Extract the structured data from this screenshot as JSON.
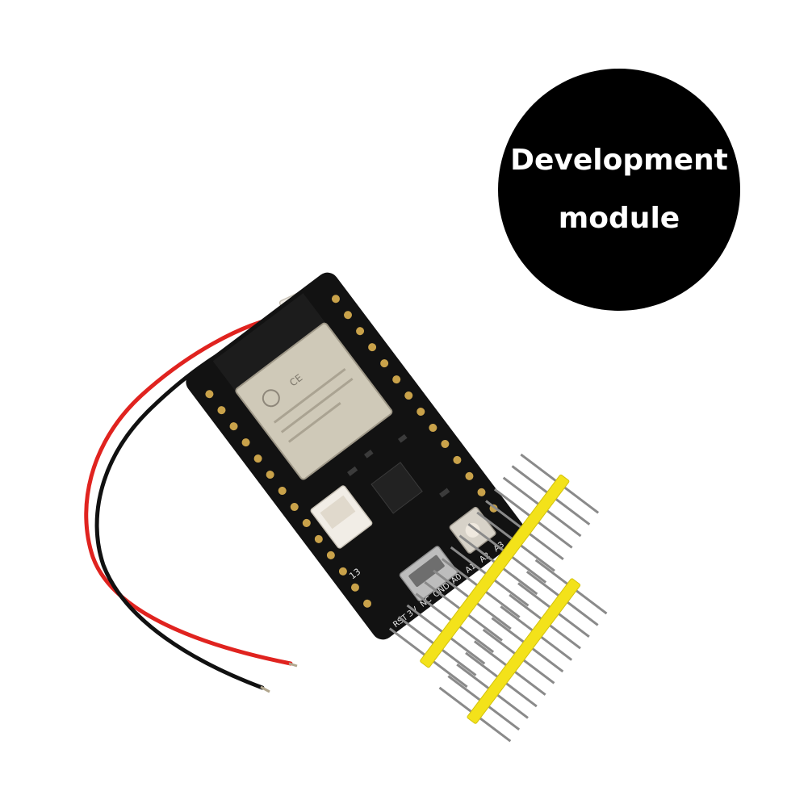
{
  "badge": {
    "line1": "Development",
    "line2": "module",
    "background": "#000000",
    "text_color": "#ffffff"
  },
  "board_silkscreen": {
    "pins_bottom": [
      "RST",
      "3V",
      "NC",
      "GND",
      "A0",
      "A1",
      "A2",
      "A3"
    ],
    "connector_label": "13"
  },
  "colors": {
    "pcb": "#121212",
    "wire_red": "#e0231f",
    "wire_black": "#111111",
    "header_plastic": "#f3e21a",
    "pin_metal": "#8a8a8a",
    "module_shield": "#cfc9b8",
    "connector_white": "#f1ede6"
  }
}
